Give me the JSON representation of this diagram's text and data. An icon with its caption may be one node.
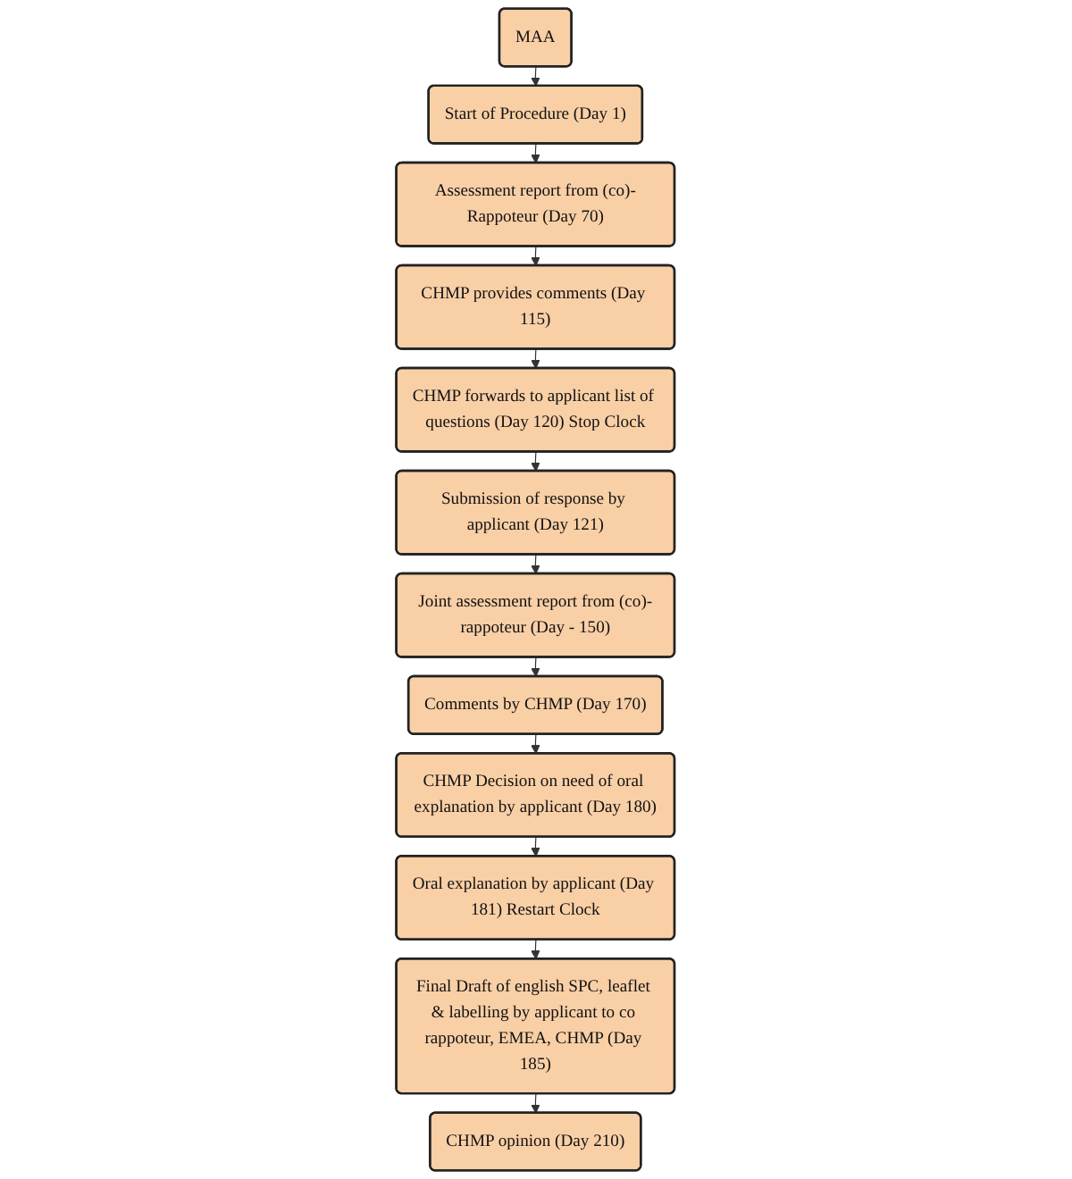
{
  "diagram": {
    "nodes": [
      {
        "text": [
          "MAA"
        ]
      },
      {
        "text": [
          "Start of Procedure (Day 1)"
        ]
      },
      {
        "text": [
          "CHMP provides comments (Day 115)"
        ]
      },
      {
        "text": [
          "Assessment report from (co)-Rappoteur (Day 70)"
        ]
      },
      {
        "text": [
          "CHMP forwards to applicant list of questions (Day 120) Stop Clock"
        ]
      },
      {
        "text": [
          "Submission of response by applicant (Day 121)"
        ]
      },
      {
        "text": [
          "Comments by CHMP (Day 170)"
        ]
      },
      {
        "text": [
          "Joint assessment report from (co)-rappoteur (Day - 150)"
        ]
      },
      {
        "text": [
          "CHMP Decision on need of oral explanation by applicant (Day 180)"
        ]
      },
      {
        "text": [
          "Oral explanation by applicant (Day 181) Restart Clock"
        ]
      },
      {
        "text": [
          "CHMP opinion (Day 210)"
        ]
      },
      {
        "text": [
          "Final Draft of english SPC, leaflet & labelling by applicant to co rappoteur, EMEA, CHMP (Day 185)"
        ]
      }
    ],
    "edges": [
      {
        "from": 0,
        "to": 1,
        "arrow": "to"
      },
      {
        "from": 1,
        "to": 3,
        "arrow": "to"
      },
      {
        "from": 3,
        "to": 2,
        "arrow": "to"
      },
      {
        "from": 2,
        "to": 4,
        "arrow": "to"
      },
      {
        "from": 4,
        "to": 5,
        "arrow": "to"
      },
      {
        "from": 5,
        "to": 7,
        "arrow": "to"
      },
      {
        "from": 7,
        "to": 6,
        "arrow": "to"
      },
      {
        "from": 6,
        "to": 8,
        "arrow": "to"
      },
      {
        "from": 8,
        "to": 9,
        "arrow": "to"
      },
      {
        "from": 9,
        "to": 11,
        "arrow": "to"
      },
      {
        "from": 11,
        "to": 10,
        "arrow": "to"
      }
    ]
  }
}
